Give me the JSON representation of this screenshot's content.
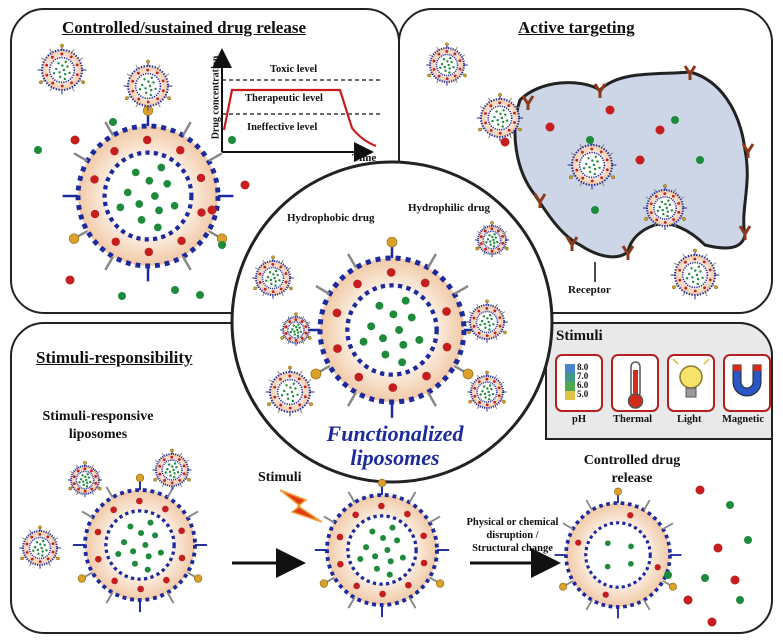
{
  "panels": {
    "controlled": {
      "title": "Controlled/sustained drug release",
      "graph": {
        "ylabel": "Drug concentration",
        "xlabel": "Time",
        "toxic": "Toxic level",
        "therapeutic": "Therapeutic level",
        "ineffective": "Ineffective level"
      }
    },
    "targeting": {
      "title": "Active targeting",
      "receptor": "Receptor"
    },
    "center": {
      "hydrophobic": "Hydrophobic drug",
      "hydrophilic": "Hydrophilic drug",
      "title_line1": "Functionalized",
      "title_line2": "liposomes"
    },
    "stimuli": {
      "title": "Stimuli-responsibility",
      "responsive_line1": "Stimuli-responsive",
      "responsive_line2": "liposomes",
      "stimuli_label": "Stimuli",
      "disruption_line1": "Physical or chemical",
      "disruption_line2": "disruption /",
      "disruption_line3": "Structural change",
      "release_line1": "Controlled drug",
      "release_line2": "release"
    },
    "stimuli_box": {
      "title": "Stimuli",
      "ph_values": [
        "8.0",
        "7.0",
        "6.0",
        "5.0"
      ],
      "items": [
        "pH",
        "Thermal",
        "Light",
        "Magnetic"
      ]
    }
  },
  "colors": {
    "membrane": "#1c2a9c",
    "hydrophilic_drug": "#1e8a3c",
    "hydrophobic_drug": "#c41e1e",
    "shell": "#f6e2d0",
    "cell": "#cdd6e6",
    "title_blue": "#1c2a9c"
  }
}
